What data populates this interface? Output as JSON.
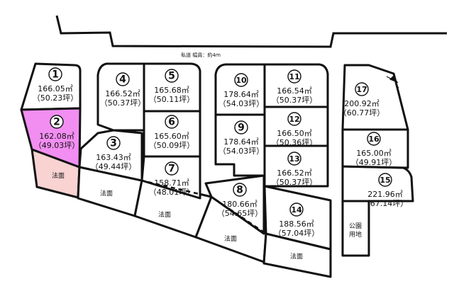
{
  "road_label": "私道 幅員：約4ｍ",
  "lots": [
    {
      "no": "1",
      "area": "166.05㎡",
      "tsubo": "（50.23坪）"
    },
    {
      "no": "2",
      "area": "162.08㎡",
      "tsubo": "（49.03坪）",
      "highlight": true
    },
    {
      "no": "3",
      "area": "163.43㎡",
      "tsubo": "（49.44坪）"
    },
    {
      "no": "4",
      "area": "166.52㎡",
      "tsubo": "（50.37坪）"
    },
    {
      "no": "5",
      "area": "165.68㎡",
      "tsubo": "（50.11坪）"
    },
    {
      "no": "6",
      "area": "165.60㎡",
      "tsubo": "（50.09坪）"
    },
    {
      "no": "7",
      "area": "158.71㎡",
      "tsubo": "（48.01坪）"
    },
    {
      "no": "8",
      "area": "180.66㎡",
      "tsubo": "（54.65坪）"
    },
    {
      "no": "9",
      "area": "178.64㎡",
      "tsubo": "（54.03坪）"
    },
    {
      "no": "10",
      "area": "178.64㎡",
      "tsubo": "（54.03坪）"
    },
    {
      "no": "11",
      "area": "166.54㎡",
      "tsubo": "（50.37坪）"
    },
    {
      "no": "12",
      "area": "166.50㎡",
      "tsubo": "（50.36坪）"
    },
    {
      "no": "13",
      "area": "166.52㎡",
      "tsubo": "（50.37坪）"
    },
    {
      "no": "14",
      "area": "188.56㎡",
      "tsubo": "（57.04坪）"
    },
    {
      "no": "15",
      "area": "221.96㎡",
      "tsubo": "（67.14坪）"
    },
    {
      "no": "16",
      "area": "165.00㎡",
      "tsubo": "（49.91坪）"
    },
    {
      "no": "17",
      "area": "200.92㎡",
      "tsubo": "（60.77坪）"
    }
  ],
  "slope_label": "法面",
  "park_label": [
    "公園",
    "用地"
  ],
  "colors": {
    "highlight_lot": "#f28ef2",
    "highlight_slope": "#f9d2d2",
    "line": "#111111"
  },
  "icons": [
    "north-arrow-icon"
  ]
}
